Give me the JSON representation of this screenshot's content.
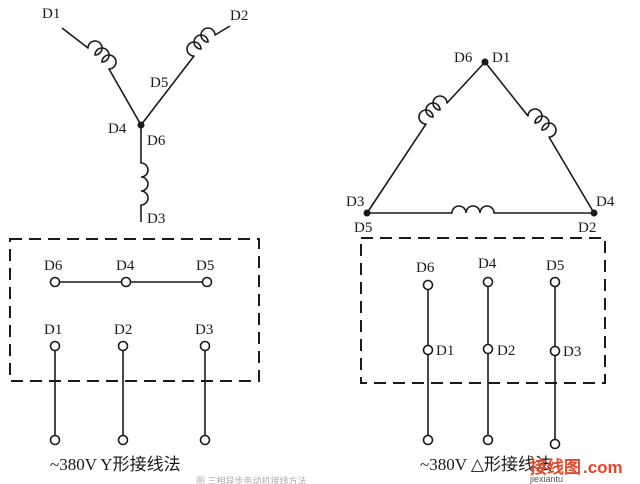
{
  "star": {
    "labels": {
      "d1": "D1",
      "d2": "D2",
      "d5": "D5",
      "d4": "D4",
      "d6": "D6",
      "d3": "D3"
    },
    "box": {
      "top_row": [
        "D6",
        "D4",
        "D5"
      ],
      "bottom_row": [
        "D1",
        "D2",
        "D3"
      ]
    },
    "caption": "~380V Y形接线法"
  },
  "delta": {
    "labels": {
      "apex_left": "D6",
      "apex_right": "D1",
      "left_top": "D3",
      "left_bottom": "D5",
      "right_top": "D4",
      "right_bottom": "D2"
    },
    "box": {
      "top_row": [
        "D6",
        "D4",
        "D5"
      ],
      "mid_row": [
        "D1",
        "D2",
        "D3"
      ]
    },
    "caption": "~380V △形接线法"
  },
  "watermark": {
    "main": "接线图",
    "dotcom": ".com",
    "sub": "jiexiantu"
  },
  "footer_text": "图   三相异步电动机接线方法"
}
